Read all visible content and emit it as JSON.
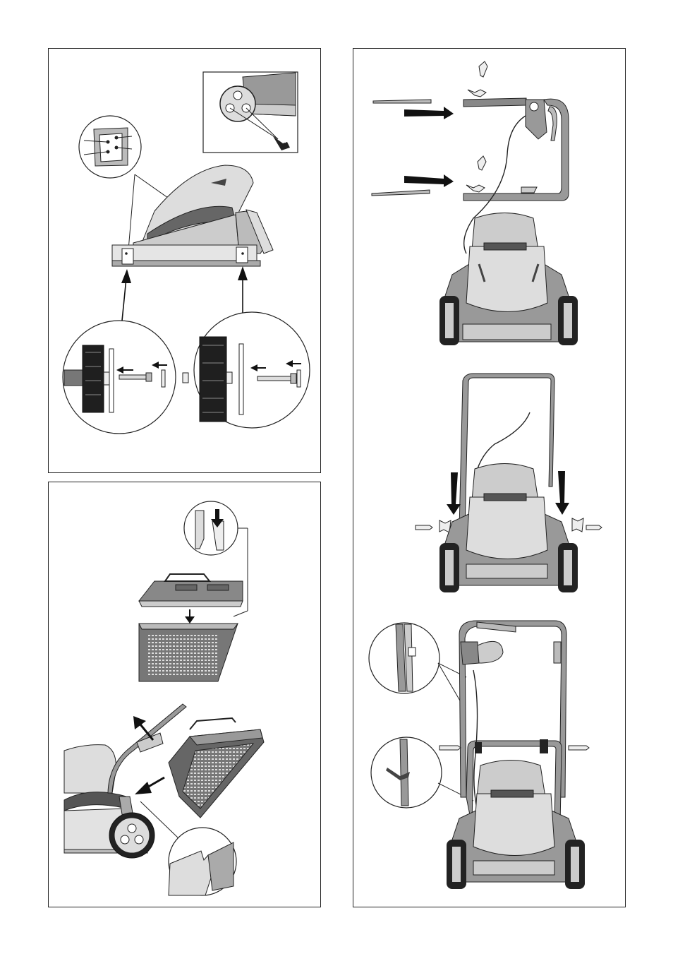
{
  "page": {
    "panels": [
      {
        "id": "A",
        "content": "wheel-assembly"
      },
      {
        "id": "B",
        "content": "grass-box-assembly"
      },
      {
        "id": "C",
        "content": "handle-assembly"
      }
    ]
  },
  "colors": {
    "outline": "#1a1a1a",
    "body_light": "#d6d6d6",
    "body_mid": "#a8a8a8",
    "body_dark": "#5a5a5a",
    "tyre": "#222222",
    "arrow": "#111111"
  },
  "icons": [
    "arrow-icon",
    "screw-icon",
    "wing-nut-icon",
    "screwdriver-icon",
    "cable-tie-icon",
    "handle-bolt-icon"
  ]
}
